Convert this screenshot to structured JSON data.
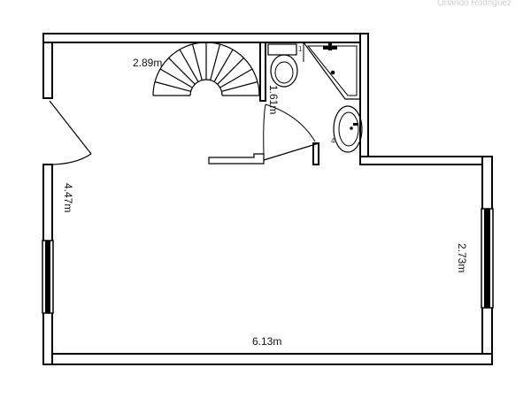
{
  "credit": "Orlando Rodriguez",
  "dimensions": {
    "stair_width": "2.89m",
    "hall_depth": "1.61m",
    "left_wall": "4.47m",
    "right_wall": "2.73m",
    "bottom_wall": "6.13m"
  },
  "fixture_marks": {
    "basin_corner": "1",
    "basin_left": "4"
  },
  "icons": [
    "door-swing",
    "spiral-staircase",
    "toilet",
    "shower",
    "washbasin",
    "window"
  ]
}
